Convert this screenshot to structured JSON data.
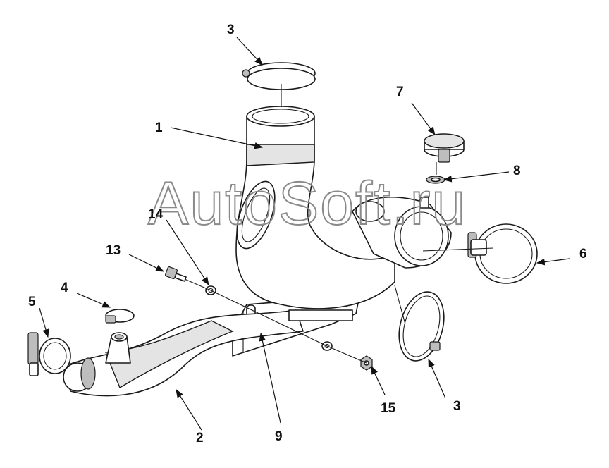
{
  "watermark": "AutoSoft.ru",
  "callouts": {
    "c1": "1",
    "c2": "2",
    "c3a": "3",
    "c3b": "3",
    "c4": "4",
    "c5": "5",
    "c6": "6",
    "c7": "7",
    "c8": "8",
    "c9": "9",
    "c13": "13",
    "c14": "14",
    "c15": "15"
  }
}
